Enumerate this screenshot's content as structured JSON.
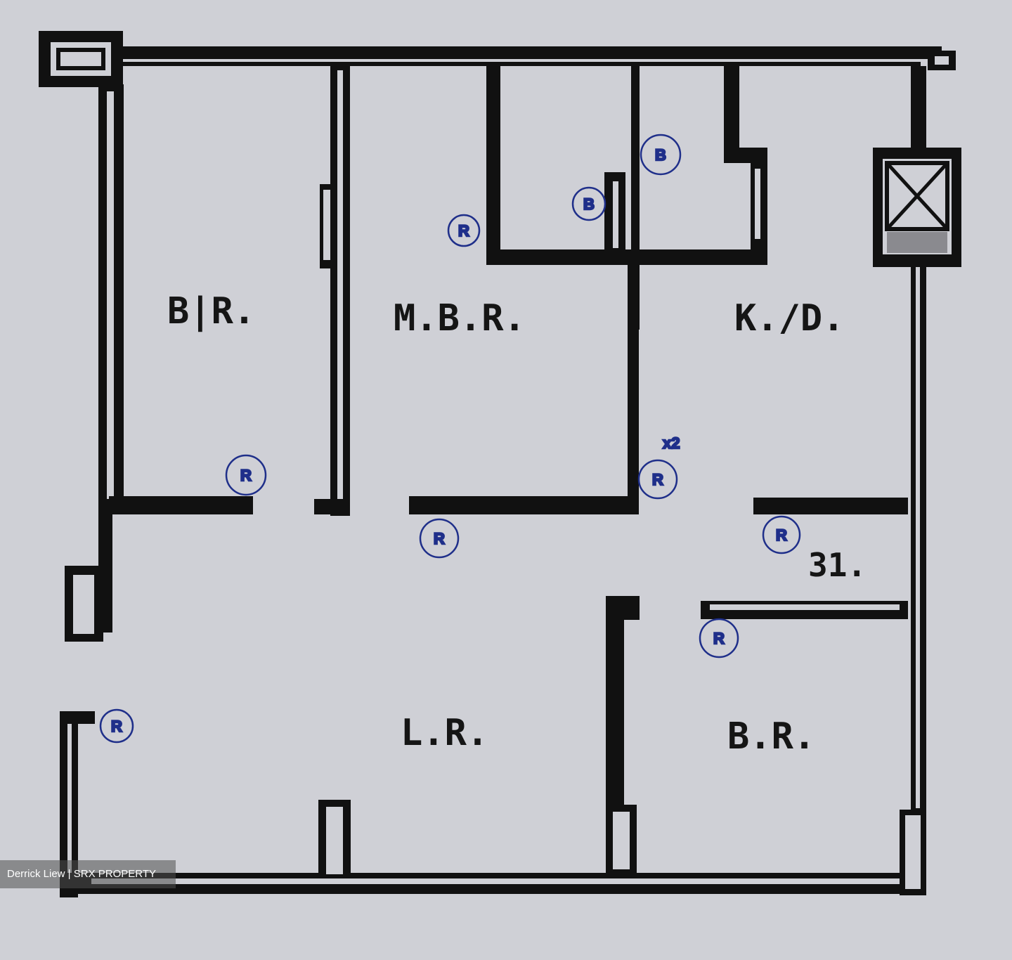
{
  "rooms": {
    "br_left": "B|R.",
    "mbr": "M.B.R.",
    "kd": "K./D.",
    "lr": "L.R.",
    "br_right": "B.R.",
    "store": "31."
  },
  "markers": {
    "r": "R",
    "b": "B",
    "x2": "x2"
  },
  "watermark": "Derrick Liew | SRX PROPERTY",
  "colors": {
    "wall": "#111111",
    "marker": "#1f2f8a",
    "paper": "#cfd0d6"
  }
}
